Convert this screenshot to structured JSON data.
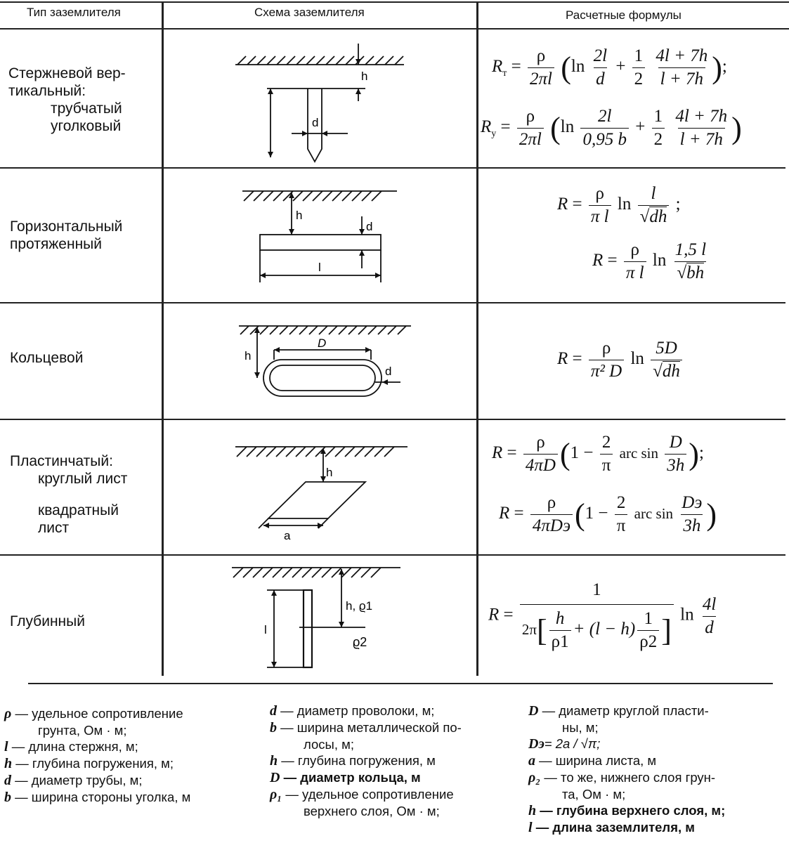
{
  "headers": {
    "type": "Тип заземлителя",
    "scheme": "Схема заземлителя",
    "formulas": "Расчетные формулы"
  },
  "rows": [
    {
      "type_lines": [
        "Стержневой вер-",
        "тикальный:",
        "трубчатый",
        "уголковый"
      ],
      "scheme_labels": [
        "h",
        "d"
      ],
      "formulas": [
        {
          "lhs": "R",
          "sub": "т",
          "coef_num": "ρ",
          "coef_den": "2πl",
          "ln": "ln",
          "arg_num": "2l",
          "arg_den": "d",
          "plus": "+",
          "half_num": "1",
          "half_den": "2",
          "f_num": "4l + 7h",
          "f_den": "l + 7h",
          "tail": ";"
        },
        {
          "lhs": "R",
          "sub": "у",
          "coef_num": "ρ",
          "coef_den": "2πl",
          "ln": "ln",
          "arg_num": "2l",
          "arg_den": "0,95 b",
          "plus": "+",
          "half_num": "1",
          "half_den": "2",
          "f_num": "4l + 7h",
          "f_den": "l + 7h",
          "tail": ""
        }
      ]
    },
    {
      "type_lines": [
        "Горизонтальный",
        "протяженный"
      ],
      "scheme_labels": [
        "h",
        "d",
        "l"
      ],
      "formulas": [
        {
          "lhs": "R",
          "coef_num": "ρ",
          "coef_den": "π l",
          "ln": "ln",
          "arg_num": "l",
          "arg_den": "dh",
          "tail": ";"
        },
        {
          "lhs": "R",
          "coef_num": "ρ",
          "coef_den": "π l",
          "ln": "ln",
          "arg_num": "1,5 l",
          "arg_den": "bh",
          "tail": ""
        }
      ]
    },
    {
      "type_lines": [
        "Кольцевой"
      ],
      "scheme_labels": [
        "h",
        "D",
        "d"
      ],
      "formulas": [
        {
          "lhs": "R",
          "coef_num": "ρ",
          "coef_den": "π² D",
          "ln": "ln",
          "arg_num": "5D",
          "arg_den": "dh",
          "tail": ""
        }
      ]
    },
    {
      "type_lines": [
        "Пластинчатый:",
        "круглый лист",
        "квадратный",
        "лист"
      ],
      "scheme_labels": [
        "h",
        "a"
      ],
      "formulas": [
        {
          "lhs": "R",
          "coef_num": "ρ",
          "coef_den": "4πD",
          "one": "1 −",
          "two_num": "2",
          "two_den": "π",
          "arc": "arc sin",
          "arg_num": "D",
          "arg_den": "3h",
          "tail": ";"
        },
        {
          "lhs": "R",
          "coef_num": "ρ",
          "coef_den": "4πDэ",
          "one": "1 −",
          "two_num": "2",
          "two_den": "π",
          "arc": "arc sin",
          "arg_num": "Dэ",
          "arg_den": "3h",
          "tail": ""
        }
      ]
    },
    {
      "type_lines": [
        "Глубинный"
      ],
      "scheme_labels": [
        "l",
        "h, ϱ1",
        "ϱ2"
      ],
      "formulas": [
        {
          "lhs": "R",
          "num": "1",
          "den_pre": "2π",
          "h": "h",
          "rho1": "ρ1",
          "mid": "+ (l − h)",
          "one": "1",
          "rho2": "ρ2",
          "ln": "ln",
          "arg_num": "4l",
          "arg_den": "d",
          "tail": ""
        }
      ]
    }
  ],
  "legend": {
    "col1": [
      {
        "sym": "ρ",
        "text": "— удельное сопротивление",
        "cont": "грунта, Ом · м;"
      },
      {
        "sym": "l",
        "text": "— длина стержня, м;"
      },
      {
        "sym": "h",
        "text": "— глубина погружения, м;"
      },
      {
        "sym": "d",
        "text": "— диаметр трубы, м;"
      },
      {
        "sym": "b",
        "text": "— ширина стороны уголка, м"
      }
    ],
    "col2": [
      {
        "sym": "d",
        "text": "— диаметр проволоки, м;"
      },
      {
        "sym": "b",
        "text": "— ширина металлической по-",
        "cont": "лосы, м;"
      },
      {
        "sym": "h",
        "text": "— глубина погружения, м"
      },
      {
        "sym": "D",
        "text": "— диаметр кольца, м"
      },
      {
        "sym": "ρ₁",
        "text": "— удельное сопротивление",
        "cont": "верхнего слоя, Ом · м;"
      }
    ],
    "col3": [
      {
        "sym": "D",
        "text": "— диаметр круглой пласти-",
        "cont": "ны, м;"
      },
      {
        "sym": "Dэ",
        "text": "= 2a / √π;"
      },
      {
        "sym": "a",
        "text": "— ширина листа, м"
      },
      {
        "sym": "ρ₂",
        "text": "— то же, нижнего слоя грун-",
        "cont": "та, Ом · м;"
      },
      {
        "sym": "h",
        "text": "— глубина верхнего слоя, м;"
      },
      {
        "sym": "l",
        "text": "— длина заземлителя, м"
      }
    ]
  }
}
